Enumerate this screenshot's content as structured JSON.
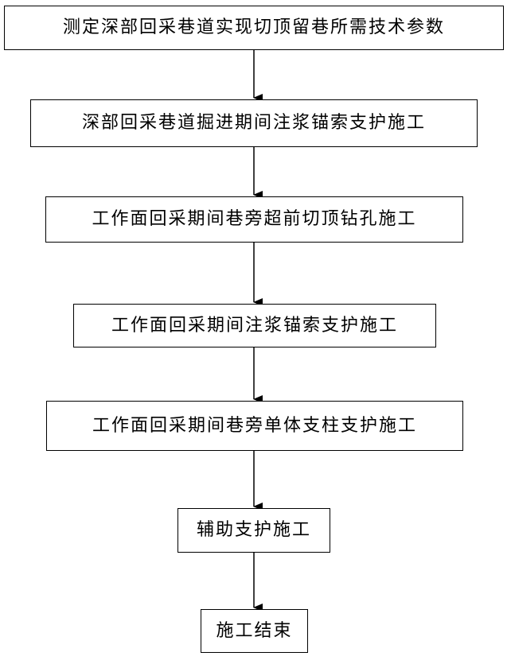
{
  "flowchart": {
    "steps": [
      "测定深部回采巷道实现切顶留巷所需技术参数",
      "深部回采巷道掘进期间注浆锚索支护施工",
      "工作面回采期间巷旁超前切顶钻孔施工",
      "工作面回采期间注浆锚索支护施工",
      "工作面回采期间巷旁单体支柱支护施工",
      "辅助支护施工",
      "施工结束"
    ]
  }
}
